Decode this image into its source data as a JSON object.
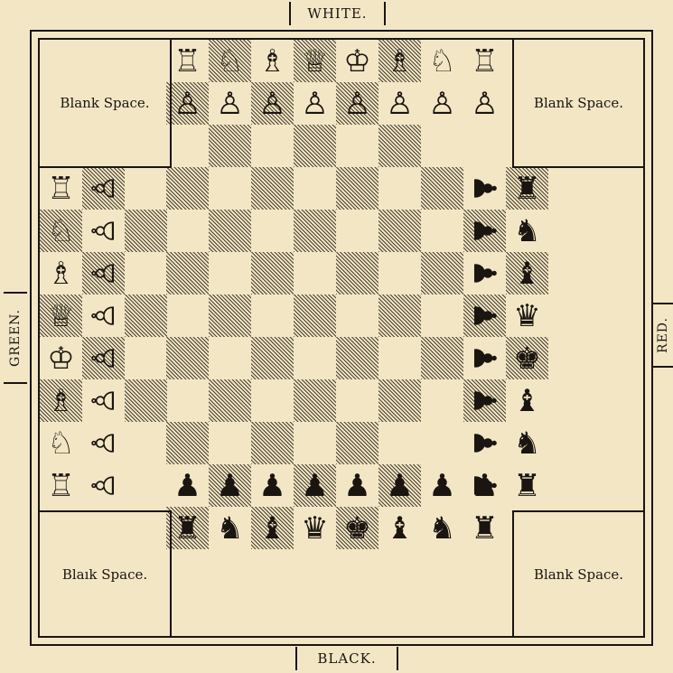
{
  "labels": {
    "top": "WHITE.",
    "bottom": "BLACK.",
    "left": "GREEN.",
    "right": "RED."
  },
  "corners": {
    "top_left": "Blank Space.",
    "top_right": "Blank Space.",
    "bottom_left": "Blaık Space.",
    "bottom_right": "Blank Space."
  },
  "board": {
    "columns": 12,
    "rows": 12,
    "corner_blocks": 3,
    "square_pattern": "hatched dark / plain light"
  },
  "armies": {
    "white": {
      "side": "top",
      "back_rank": [
        "rook",
        "knight",
        "bishop",
        "queen",
        "king",
        "bishop",
        "knight",
        "rook"
      ],
      "pawns": 8,
      "style": "outline"
    },
    "black": {
      "side": "bottom",
      "back_rank": [
        "rook",
        "knight",
        "bishop",
        "queen",
        "king",
        "bishop",
        "knight",
        "rook"
      ],
      "pawns": 8,
      "style": "solid"
    },
    "green": {
      "side": "left",
      "back_rank": [
        "rook",
        "knight",
        "bishop",
        "queen",
        "king",
        "bishop",
        "knight",
        "rook"
      ],
      "pawns": 8,
      "style": "outline"
    },
    "red": {
      "side": "right",
      "back_rank": [
        "rook",
        "knight",
        "bishop",
        "queen",
        "king",
        "bishop",
        "knight",
        "rook"
      ],
      "pawns": 8,
      "style": "solid"
    }
  },
  "colors": {
    "paper": "#f2e6c4",
    "ink": "#1a1510"
  }
}
